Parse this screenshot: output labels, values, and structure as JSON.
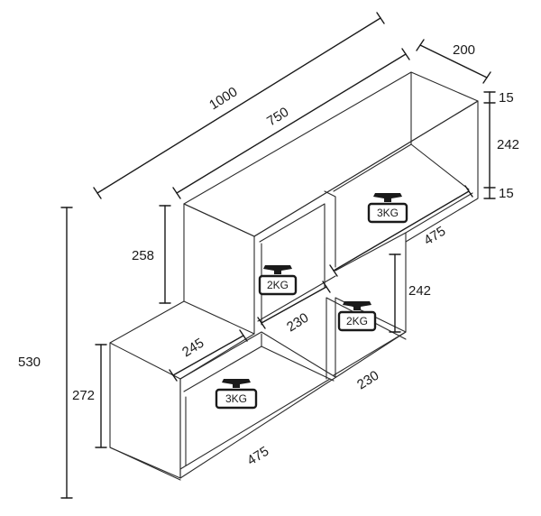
{
  "dimensions": {
    "total_width": "1000",
    "top_shelf_width": "750",
    "depth": "200",
    "top_board": "15",
    "top_height": "242",
    "bottom_board": "15",
    "top_inner_width": "475",
    "upper_left_height": "258",
    "middle_divider": "230",
    "middle_height": "242",
    "lower_left_width": "245",
    "lower_mid_width": "230",
    "total_height": "530",
    "bottom_height": "272",
    "bottom_width": "475"
  },
  "weights": {
    "top": "3KG",
    "middle_left": "2KG",
    "middle_right": "2KG",
    "bottom": "3KG"
  }
}
